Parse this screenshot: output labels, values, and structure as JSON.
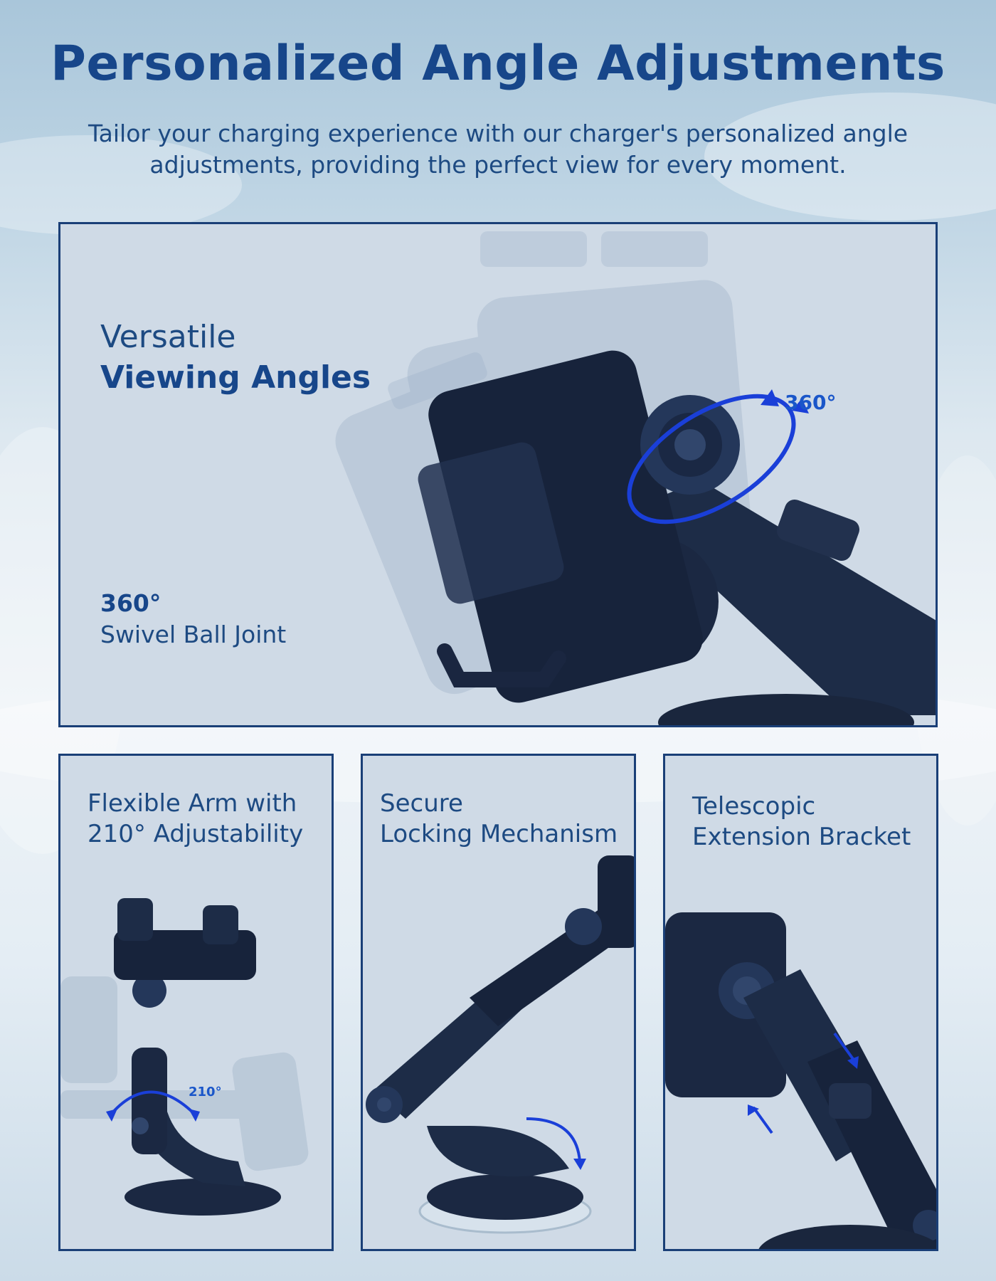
{
  "header": {
    "title": "Personalized Angle Adjustments",
    "subtitle": "Tailor your charging experience with our charger's personalized angle adjustments, providing the perfect view for every moment."
  },
  "main_panel": {
    "line1": "Versatile",
    "line2": "Viewing Angles",
    "feature_value": "360°",
    "feature_label": "Swivel Ball Joint",
    "rotation_tag": "360°"
  },
  "cards": [
    {
      "line1": "Flexible Arm with",
      "line2": "210° Adjustability",
      "tag": "210°"
    },
    {
      "line1": "Secure",
      "line2": "Locking Mechanism"
    },
    {
      "line1": "Telescopic",
      "line2": "Extension Bracket"
    }
  ],
  "colors": {
    "heading": "#17468a",
    "body_text": "#1d4a82",
    "panel_bg": "#cfdae6",
    "panel_border": "#1a3f77",
    "accent_arrow": "#1a3fd8",
    "product_dark": "#16223a"
  }
}
